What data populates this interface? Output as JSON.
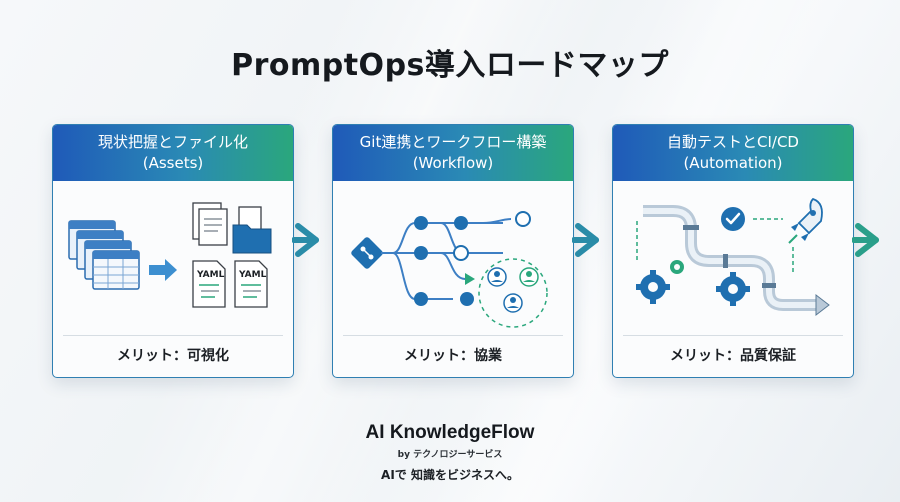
{
  "title": "PromptOps導入ロードマップ",
  "steps": [
    {
      "title": "現状把握とファイル化",
      "subtitle": "(Assets)",
      "benefit": "メリット：可視化",
      "file_labels": [
        "YAML",
        "YAML"
      ]
    },
    {
      "title": "Git連携とワークフロー構築",
      "subtitle": "(Workflow)",
      "benefit": "メリット：協業"
    },
    {
      "title": "自動テストとCI/CD",
      "subtitle": "(Automation)",
      "benefit": "メリット：品質保証"
    }
  ],
  "brand": {
    "name": "AI KnowledgeFlow",
    "by": "by テクノロジーサービス",
    "tagline": "AIで 知識をビジネスへ。"
  },
  "colors": {
    "header_start": "#1f5ab8",
    "header_end": "#2aa77c",
    "arrow": "#2a8ca8",
    "accent_green": "#2aa77c",
    "accent_blue": "#1f6fb0"
  }
}
